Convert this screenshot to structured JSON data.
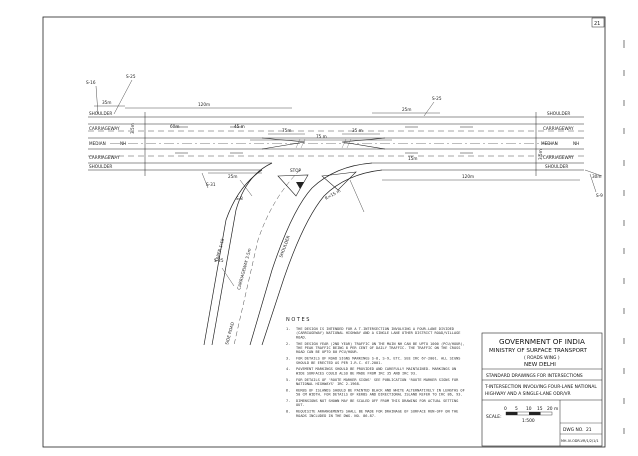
{
  "sheet_number": "21",
  "road_labels": {
    "shoulder_top_left": "SHOULDER",
    "carriageway_top_left": "CARRIAGEWAY",
    "median_left": "MEDIAN",
    "nh_left": "NH",
    "carriageway_bottom_left": "CARRIAGEWAY",
    "shoulder_bottom_left": "SHOULDER",
    "shoulder_top_right": "SHOULDER",
    "carriageway_top_right": "CARRIAGEWAY",
    "median_right": "MEDIAN",
    "nh_right": "NH",
    "carriageway_bottom_right": "CARRIAGEWAY",
    "shoulder_bottom_right": "SHOULDER",
    "side_road": "SIDE ROAD",
    "side_road_lane": "CARRIAGEWAY 3.5m",
    "side_road_shoulder": "SHOULDER"
  },
  "dimensions": {
    "d_35m": "35m",
    "d_120m": "120m",
    "d_25m_top": "25m",
    "d_75m": "75m",
    "d_35m_mid": "35 m",
    "d_75m_mid": "75 m",
    "d_25m_lower": "25m",
    "d_120m_lower": "120m",
    "d_30m": "30m",
    "d_60m": "60m",
    "d_15m": "15m",
    "d_45m": "45 m",
    "lane_width_left": "3.5m",
    "lane_width_right": "3.5m",
    "taper_label": "TAPER 1:15",
    "radius_label": "R=15 m"
  },
  "signs": {
    "s16": "S-16",
    "s25_left": "S-25",
    "s25_right": "S-25",
    "s31": "S-31",
    "s8": "S-8",
    "s9": "S-9",
    "s25_lower": "S-25",
    "stop": "STOP"
  },
  "notes_heading": "N O T E S",
  "notes": [
    "THE DESIGN IS INTENDED FOR A T-INTERSECTION INVOLVING A FOUR-LANE DIVIDED (CARRIAGEWAY) NATIONAL HIGHWAY AND A SINGLE LANE OTHER DISTRICT ROAD/VILLAGE ROAD.",
    "THE DESIGN YEAR (2ND YEAR) TRAFFIC ON THE MAIN NH CAN BE UPTO 1000 (PCU/HOUR), THE PEAK TRAFFIC BEING 8 PER CENT OF DAILY TRAFFIC. THE TRAFFIC ON THE CROSS ROAD CAN BE UPTO 80 PCU/HOUR.",
    "FOR DETAILS OF ROAD SIGNS MARKINGS S-8, S-9, ETC. SEE IRC 67-2001. ALL SIGNS SHOULD BE ERECTED AS PER I.R.C. 67-2001.",
    "PAVEMENT MARKINGS SHOULD BE PROVIDED AND CAREFULLY MAINTAINED. MARKINGS ON WIDE SURFACES COULD ALSO BE MADE FROM IRC 35 AND IRC 93.",
    "FOR DETAILS OF 'ROUTE MARKER SIGNS' SEE PUBLICATION 'ROUTE MARKER SIGNS FOR NATIONAL HIGHWAYS' IRC 2-1968.",
    "KERBS OF ISLANDS SHOULD BE PAINTED BLACK AND WHITE ALTERNATIVELY IN LENGTHS OF 50 CM WIDTH. FOR DETAILS OF KERBS AND DIRECTIONAL ISLAND REFER TO IRC 86, 93.",
    "DIMENSIONS NOT SHOWN MAY BE SCALED OFF FROM THIS DRAWING FOR ACTUAL SETTING OUT.",
    "REQUISITE ARRANGEMENTS SHALL BE MADE FOR DRAINAGE OF SURFACE RUN-OFF ON THE ROADS INCLUDED IN THE DWG. NO. 86-87."
  ],
  "title_block": {
    "org1": "GOVERNMENT OF INDIA",
    "org2": "MINISTRY OF SURFACE TRANSPORT",
    "org3": "( ROADS WING )",
    "org4": "NEW DELHI",
    "drawing_title": "STANDARD DRAWINGS FOR INTERSECTIONS",
    "subtitle1": "T-INTERSECTION INVOLVING FOUR-LANE NATIONAL",
    "subtitle2": "HIGHWAY AND A SINGLE-LANE ODR/VR",
    "scale_label": "SCALE:",
    "scale_ticks": [
      "0",
      "5",
      "10",
      "15",
      "20 m"
    ],
    "scale_ratio": "1:500",
    "dwg_no_label": "DWG NO.",
    "dwg_no": "21",
    "ref": "MH-IV-ODR-VR/1/2/1/1"
  }
}
